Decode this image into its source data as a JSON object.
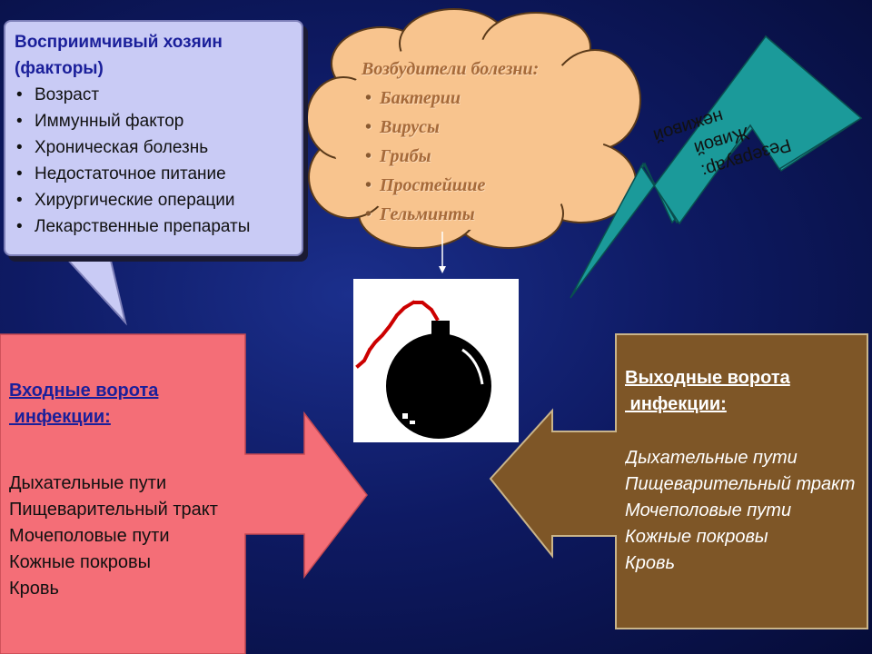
{
  "host": {
    "title": "Восприимчивый хозяин (факторы)",
    "items": [
      "Возраст",
      "Иммунный фактор",
      "Хроническая болезнь",
      "Недостаточное питание",
      "Хирургические операции",
      "Лекарственные препараты"
    ]
  },
  "pathogens": {
    "title": "Возбудители болезни:",
    "items": [
      "Бактерии",
      "Вирусы",
      "Грибы",
      "Простейшие",
      "Гельминты"
    ]
  },
  "reservoir": {
    "lines": [
      "Резервуар:",
      "Живой",
      "неживой"
    ]
  },
  "entry": {
    "title_line1": "Входные ворота",
    "title_line2": " инфекции:",
    "items": [
      "Дыхательные пути",
      "Пищеварительный тракт",
      "Мочеполовые пути",
      "Кожные покровы",
      "Кровь"
    ]
  },
  "exit": {
    "title_line1": "Выходные ворота",
    "title_line2": " инфекции:",
    "items": [
      "Дыхательные пути",
      "Пищеварительный тракт",
      "Мочеполовые пути",
      "Кожные покровы",
      "Кровь"
    ]
  },
  "colors": {
    "host_bg": "#c9cbf5",
    "cloud": "#f8c48e",
    "lightning": "#1b9a9a",
    "entry_arrow": "#f46e77",
    "exit_arrow": "#7e5627",
    "bomb": "#000000",
    "fuse": "#cc0000"
  },
  "icons": {
    "center": "bomb-icon"
  }
}
